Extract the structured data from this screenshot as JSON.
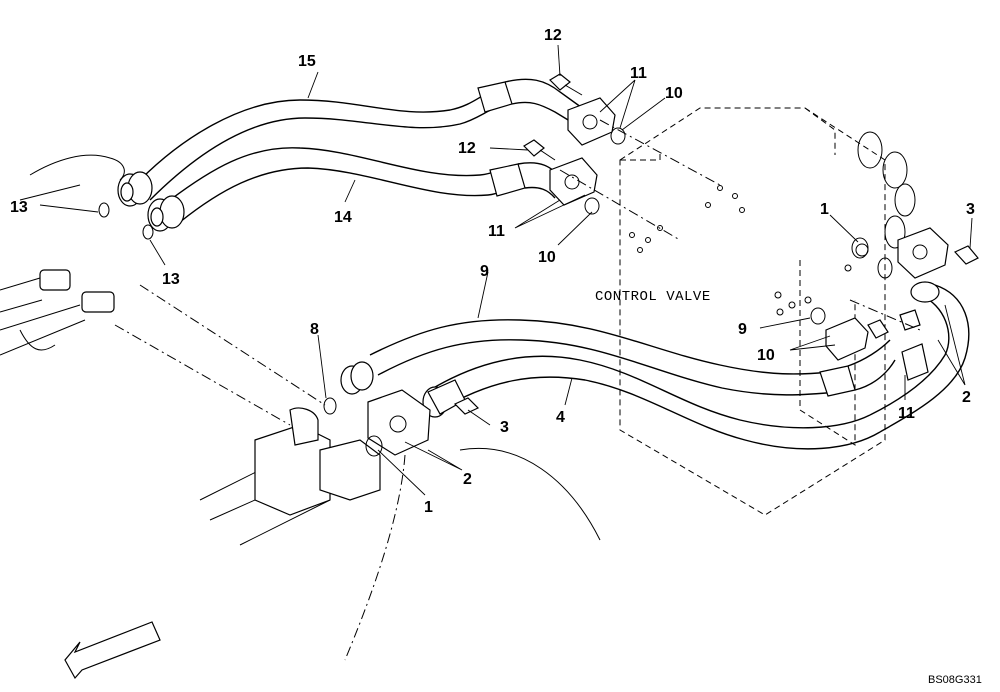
{
  "diagram": {
    "component_label": "CONTROL VALVE",
    "drawing_code": "BS08G331",
    "callouts": [
      {
        "id": "c15",
        "text": "15"
      },
      {
        "id": "c12a",
        "text": "12"
      },
      {
        "id": "c11a",
        "text": "11"
      },
      {
        "id": "c10a",
        "text": "10"
      },
      {
        "id": "c12b",
        "text": "12"
      },
      {
        "id": "c11b",
        "text": "11"
      },
      {
        "id": "c10b",
        "text": "10"
      },
      {
        "id": "c13a",
        "text": "13"
      },
      {
        "id": "c14",
        "text": "14"
      },
      {
        "id": "c13b",
        "text": "13"
      },
      {
        "id": "c1a",
        "text": "1"
      },
      {
        "id": "c3a",
        "text": "3"
      },
      {
        "id": "c9a",
        "text": "9"
      },
      {
        "id": "c8",
        "text": "8"
      },
      {
        "id": "c9b",
        "text": "9"
      },
      {
        "id": "c10c",
        "text": "10"
      },
      {
        "id": "c2a",
        "text": "2"
      },
      {
        "id": "c11c",
        "text": "11"
      },
      {
        "id": "c3b",
        "text": "3"
      },
      {
        "id": "c4",
        "text": "4"
      },
      {
        "id": "c2b",
        "text": "2"
      },
      {
        "id": "c1b",
        "text": "1"
      }
    ]
  }
}
